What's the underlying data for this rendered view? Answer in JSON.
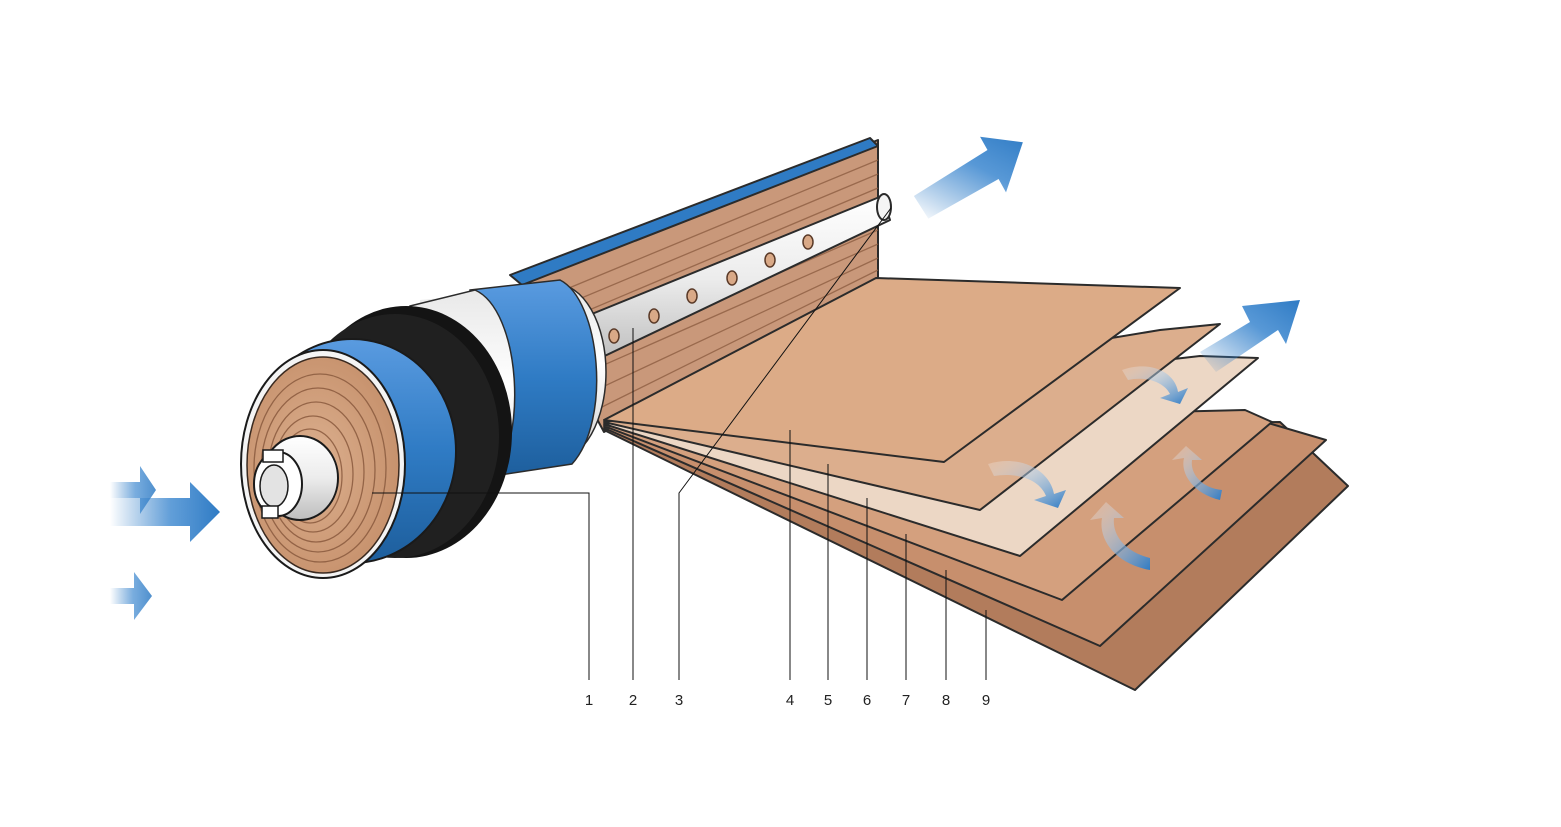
{
  "labels": [
    "1",
    "2",
    "3",
    "4",
    "5",
    "6",
    "7",
    "8",
    "9"
  ],
  "colors": {
    "accent_blue": "#2f7bc4",
    "membrane_tan": "#d9a987",
    "membrane_light": "#ecd7c5",
    "membrane_dark": "#9c6a4c",
    "end_cap_black": "#151515",
    "tube_white": "#f2f2f2"
  },
  "icons": [
    "flow-arrow-icon",
    "perforated-permeate-tube",
    "spiral-wound-roll"
  ]
}
